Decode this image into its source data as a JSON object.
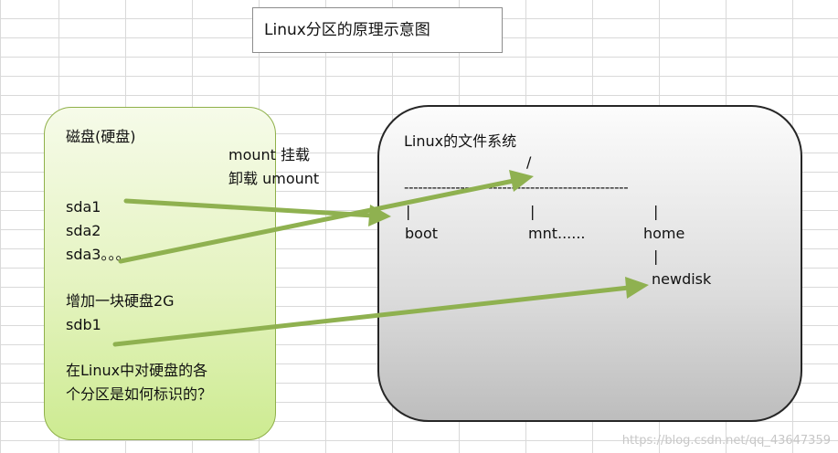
{
  "title": "Linux分区的原理示意图",
  "disk": {
    "heading": "磁盘(硬盘)",
    "partitions": [
      "sda1",
      "sda2",
      "sda3。。。"
    ],
    "add_disk": "增加一块硬盘2G",
    "new_partition": "sdb1",
    "question_line1": "在Linux中对硬盘的各",
    "question_line2": "个分区是如何标识的？"
  },
  "mount": {
    "mount_label": "mount 挂载",
    "umount_label": "卸载 umount"
  },
  "fs": {
    "heading": "Linux的文件系统",
    "root": "/",
    "divider": "------------------------------------------------",
    "pipe": "|",
    "dirs": [
      "boot",
      "mnt......",
      "home"
    ],
    "subdir": "newdisk"
  },
  "watermark": "https://blog.csdn.net/qq_43647359",
  "colors": {
    "arrow": "#8fb150",
    "disk_fill": "#e4f3bf",
    "fs_fill": "#dcdcdc"
  }
}
